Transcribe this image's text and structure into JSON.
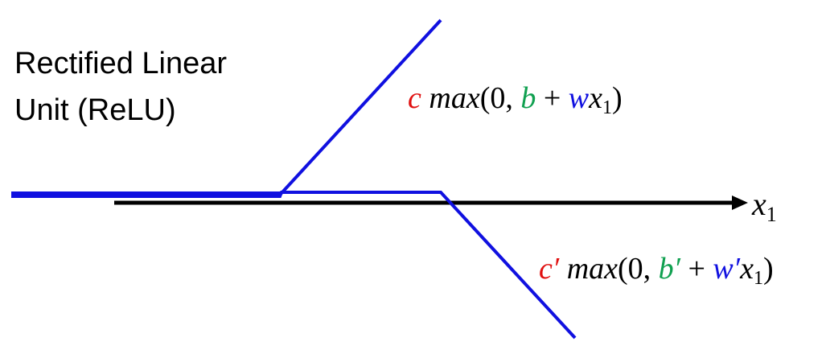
{
  "title": {
    "line1": "Rectified Linear",
    "line2": "Unit (ReLU)"
  },
  "axis": {
    "label_var": "x",
    "label_sub": "1"
  },
  "formula_1": {
    "c": "c",
    "max": "max",
    "open": "(0,",
    "b": "b",
    "plus": " + ",
    "w": "w",
    "x": "x",
    "sub": "1",
    "close": ")"
  },
  "formula_2": {
    "c": "c′",
    "max": "max",
    "open": "(0,",
    "b": "b′",
    "plus": " + ",
    "w": "w′",
    "x": "x",
    "sub": "1",
    "close": ")"
  },
  "colors": {
    "relu_lines": "#1010e0",
    "axis": "#000000",
    "c": "#e01010",
    "b": "#10a050",
    "w": "#1010e0"
  }
}
